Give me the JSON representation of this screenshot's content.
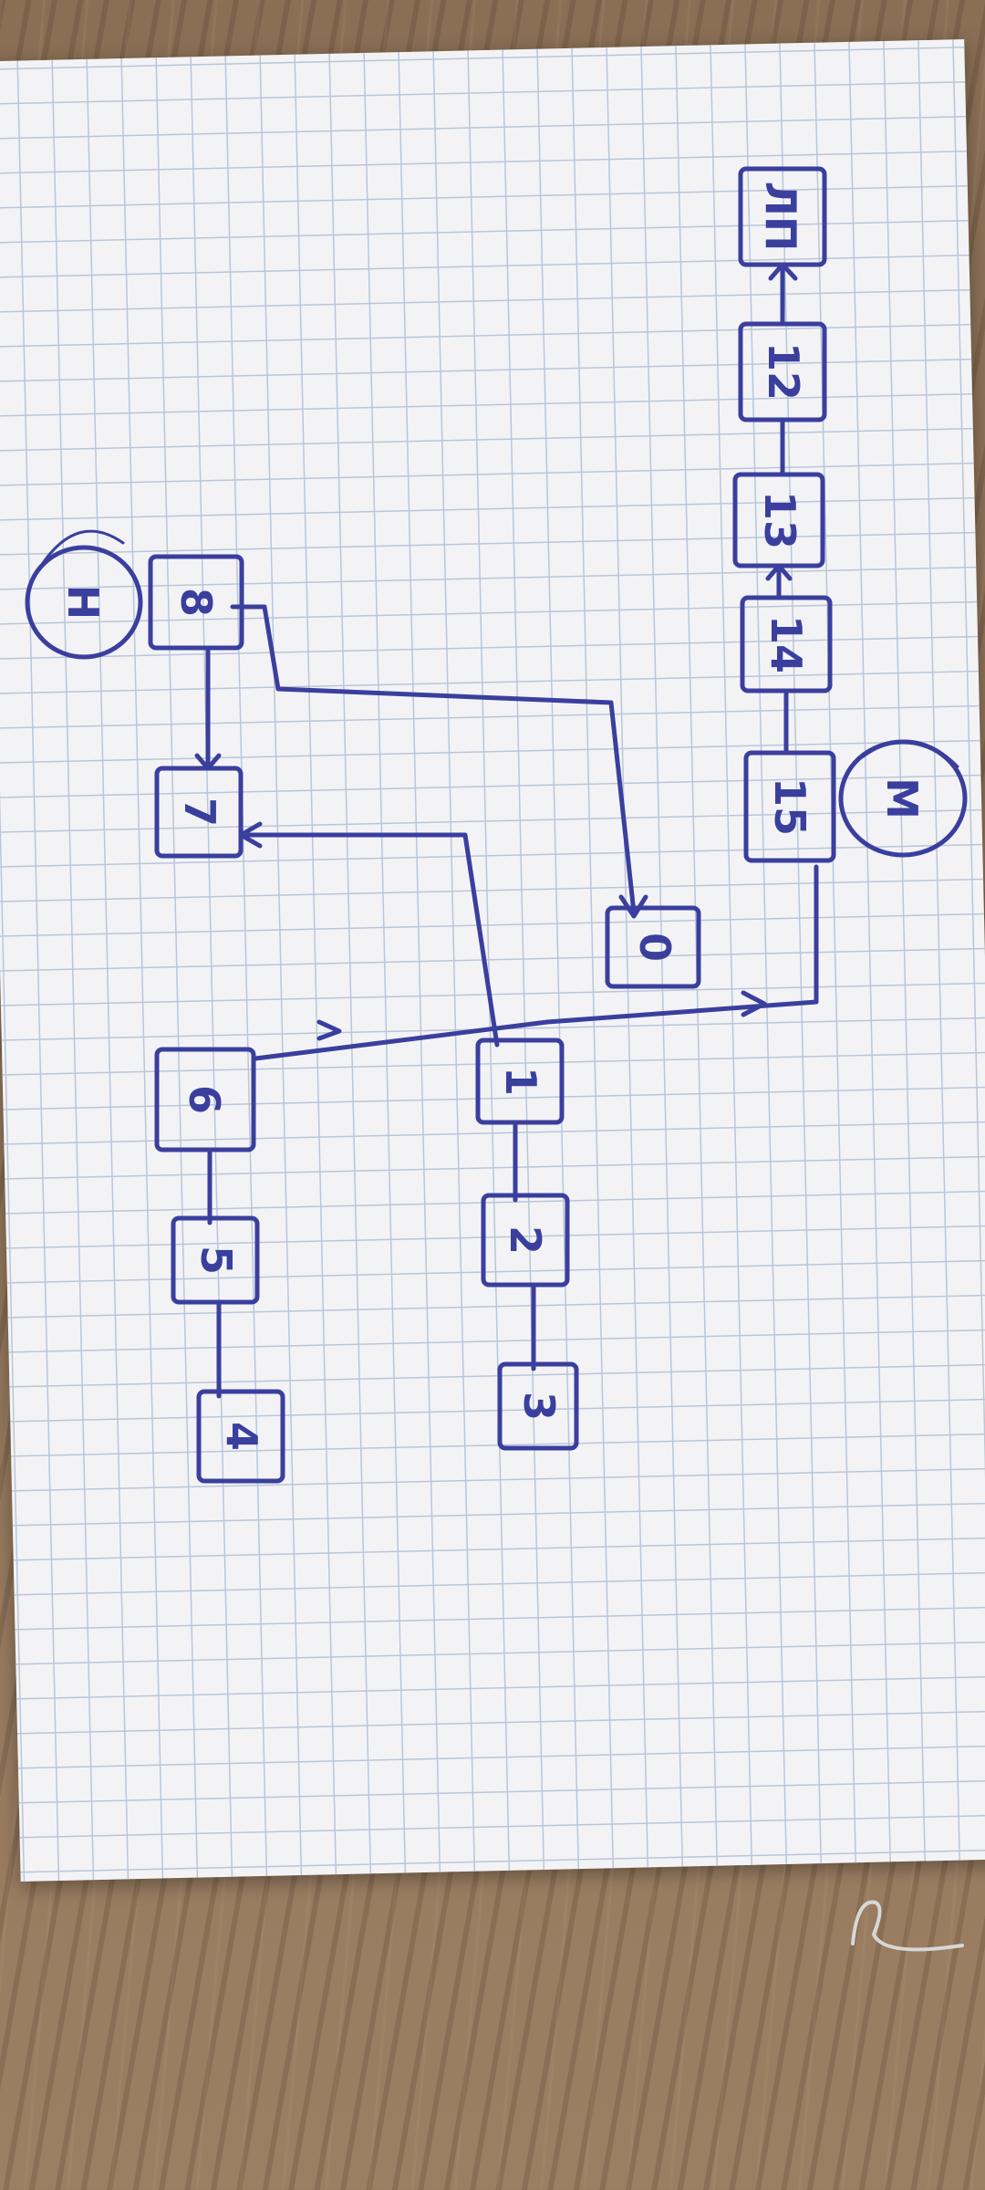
{
  "diagram": {
    "ink_color": "#3a3f9e",
    "paper_color": "#f3f3f6",
    "grid_color": "#b9c6d8",
    "nodes": [
      {
        "id": "n11",
        "label": "ЛП"
      },
      {
        "id": "n12",
        "label": "12"
      },
      {
        "id": "n13",
        "label": "13"
      },
      {
        "id": "n14",
        "label": "14"
      },
      {
        "id": "n15",
        "label": "15"
      },
      {
        "id": "n8",
        "label": "8"
      },
      {
        "id": "n7",
        "label": "7"
      },
      {
        "id": "n0",
        "label": "0"
      },
      {
        "id": "n6",
        "label": "6"
      },
      {
        "id": "n1",
        "label": "1"
      },
      {
        "id": "n2",
        "label": "2"
      },
      {
        "id": "n3",
        "label": "3"
      },
      {
        "id": "n5",
        "label": "5"
      },
      {
        "id": "n4",
        "label": "4"
      }
    ],
    "circles": [
      {
        "id": "c-h",
        "label": "Н"
      },
      {
        "id": "c-m",
        "label": "М"
      }
    ]
  }
}
